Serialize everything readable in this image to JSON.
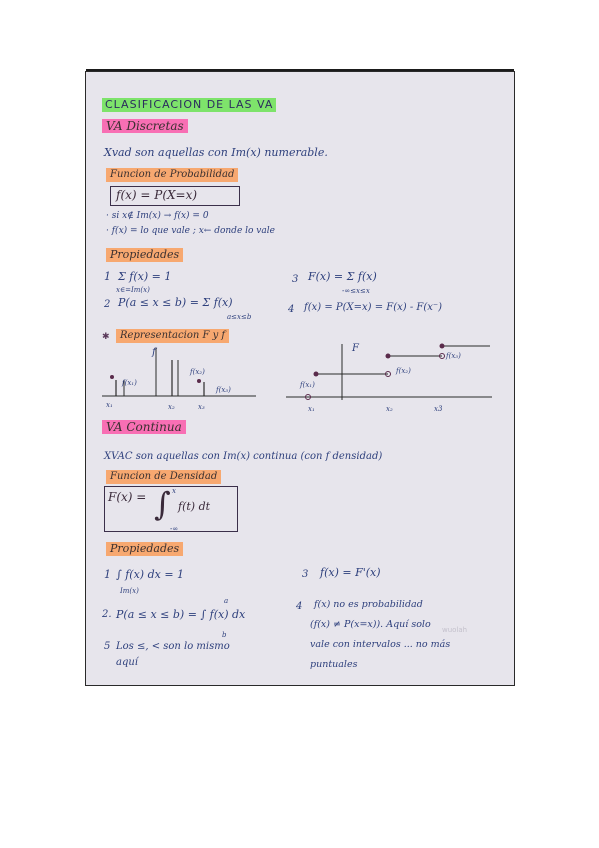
{
  "title": "CLASIFICACION DE LAS VA",
  "discretas": {
    "heading": "VA Discretas",
    "intro": "Xvad son aquellas con Im(x) numerable.",
    "funcion_heading": "Funcion de Probabilidad",
    "formula": "f(x) = P(X=x)",
    "note1": "· si x∉ Im(x) → f(x) = 0",
    "note2": "· f(x) = lo que vale ; x← donde lo vale",
    "propiedades_heading": "Propiedades",
    "p1_num": "1",
    "p1": "Σ f(x) = 1",
    "p1_sub": "x∈=Im(x)",
    "p2_num": "2",
    "p2": "P(a ≤ x ≤ b) = Σ f(x)",
    "p2_sub": "a≤x≤b",
    "p3_num": "3",
    "p3": "F(x) = Σ f(x)",
    "p3_sub": "-∞≤x≤x",
    "p4_num": "4",
    "p4": "f(x) = P(X=x) = F(x) - F(x⁻)",
    "repr_heading": "Representacion F y f",
    "graph_f": {
      "label": "f",
      "fx1": "f(x₁)",
      "fx2": "f(x₂)",
      "fx3": "f(x₃)",
      "x1": "x₁",
      "x2": "x₂",
      "x3": "x₃"
    },
    "graph_F": {
      "label": "F",
      "fx1": "f(x₁)",
      "fx2": "f(x₂)",
      "fx3": "f(x₃)",
      "x1": "x₁",
      "x2": "x₂",
      "x3": "x3"
    }
  },
  "continua": {
    "heading": "VA Continua",
    "intro": "XVAC son aquellas con Im(x) continua (con f densidad)",
    "funcion_heading": "Funcion de Densidad",
    "formula_lhs": "F(x) =",
    "formula_int": "∫",
    "formula_body": "f(t) dt",
    "formula_upper": "x",
    "formula_lower": "-∞",
    "propiedades_heading": "Propiedades",
    "p1_num": "1",
    "p1": "∫ f(x) dx = 1",
    "p1_sub": "Im(x)",
    "p2_num": "2.",
    "p2": "P(a ≤ x ≤ b) = ∫ f(x) dx",
    "p2_upper": "a",
    "p2_lower": "b",
    "p3_num": "3",
    "p3": "f(x) = F'(x)",
    "p4_num": "4",
    "p4_l1": "f(x) no es probabilidad",
    "p4_l2": "(f(x) ≠ P(x=x)). Aquí solo",
    "p4_l3": "vale con intervalos ... no más",
    "p4_l4": "puntuales",
    "p5_num": "5",
    "p5_l1": "Los ≤, < son lo mismo",
    "p5_l2": "aquí"
  },
  "watermark": "wuolah"
}
